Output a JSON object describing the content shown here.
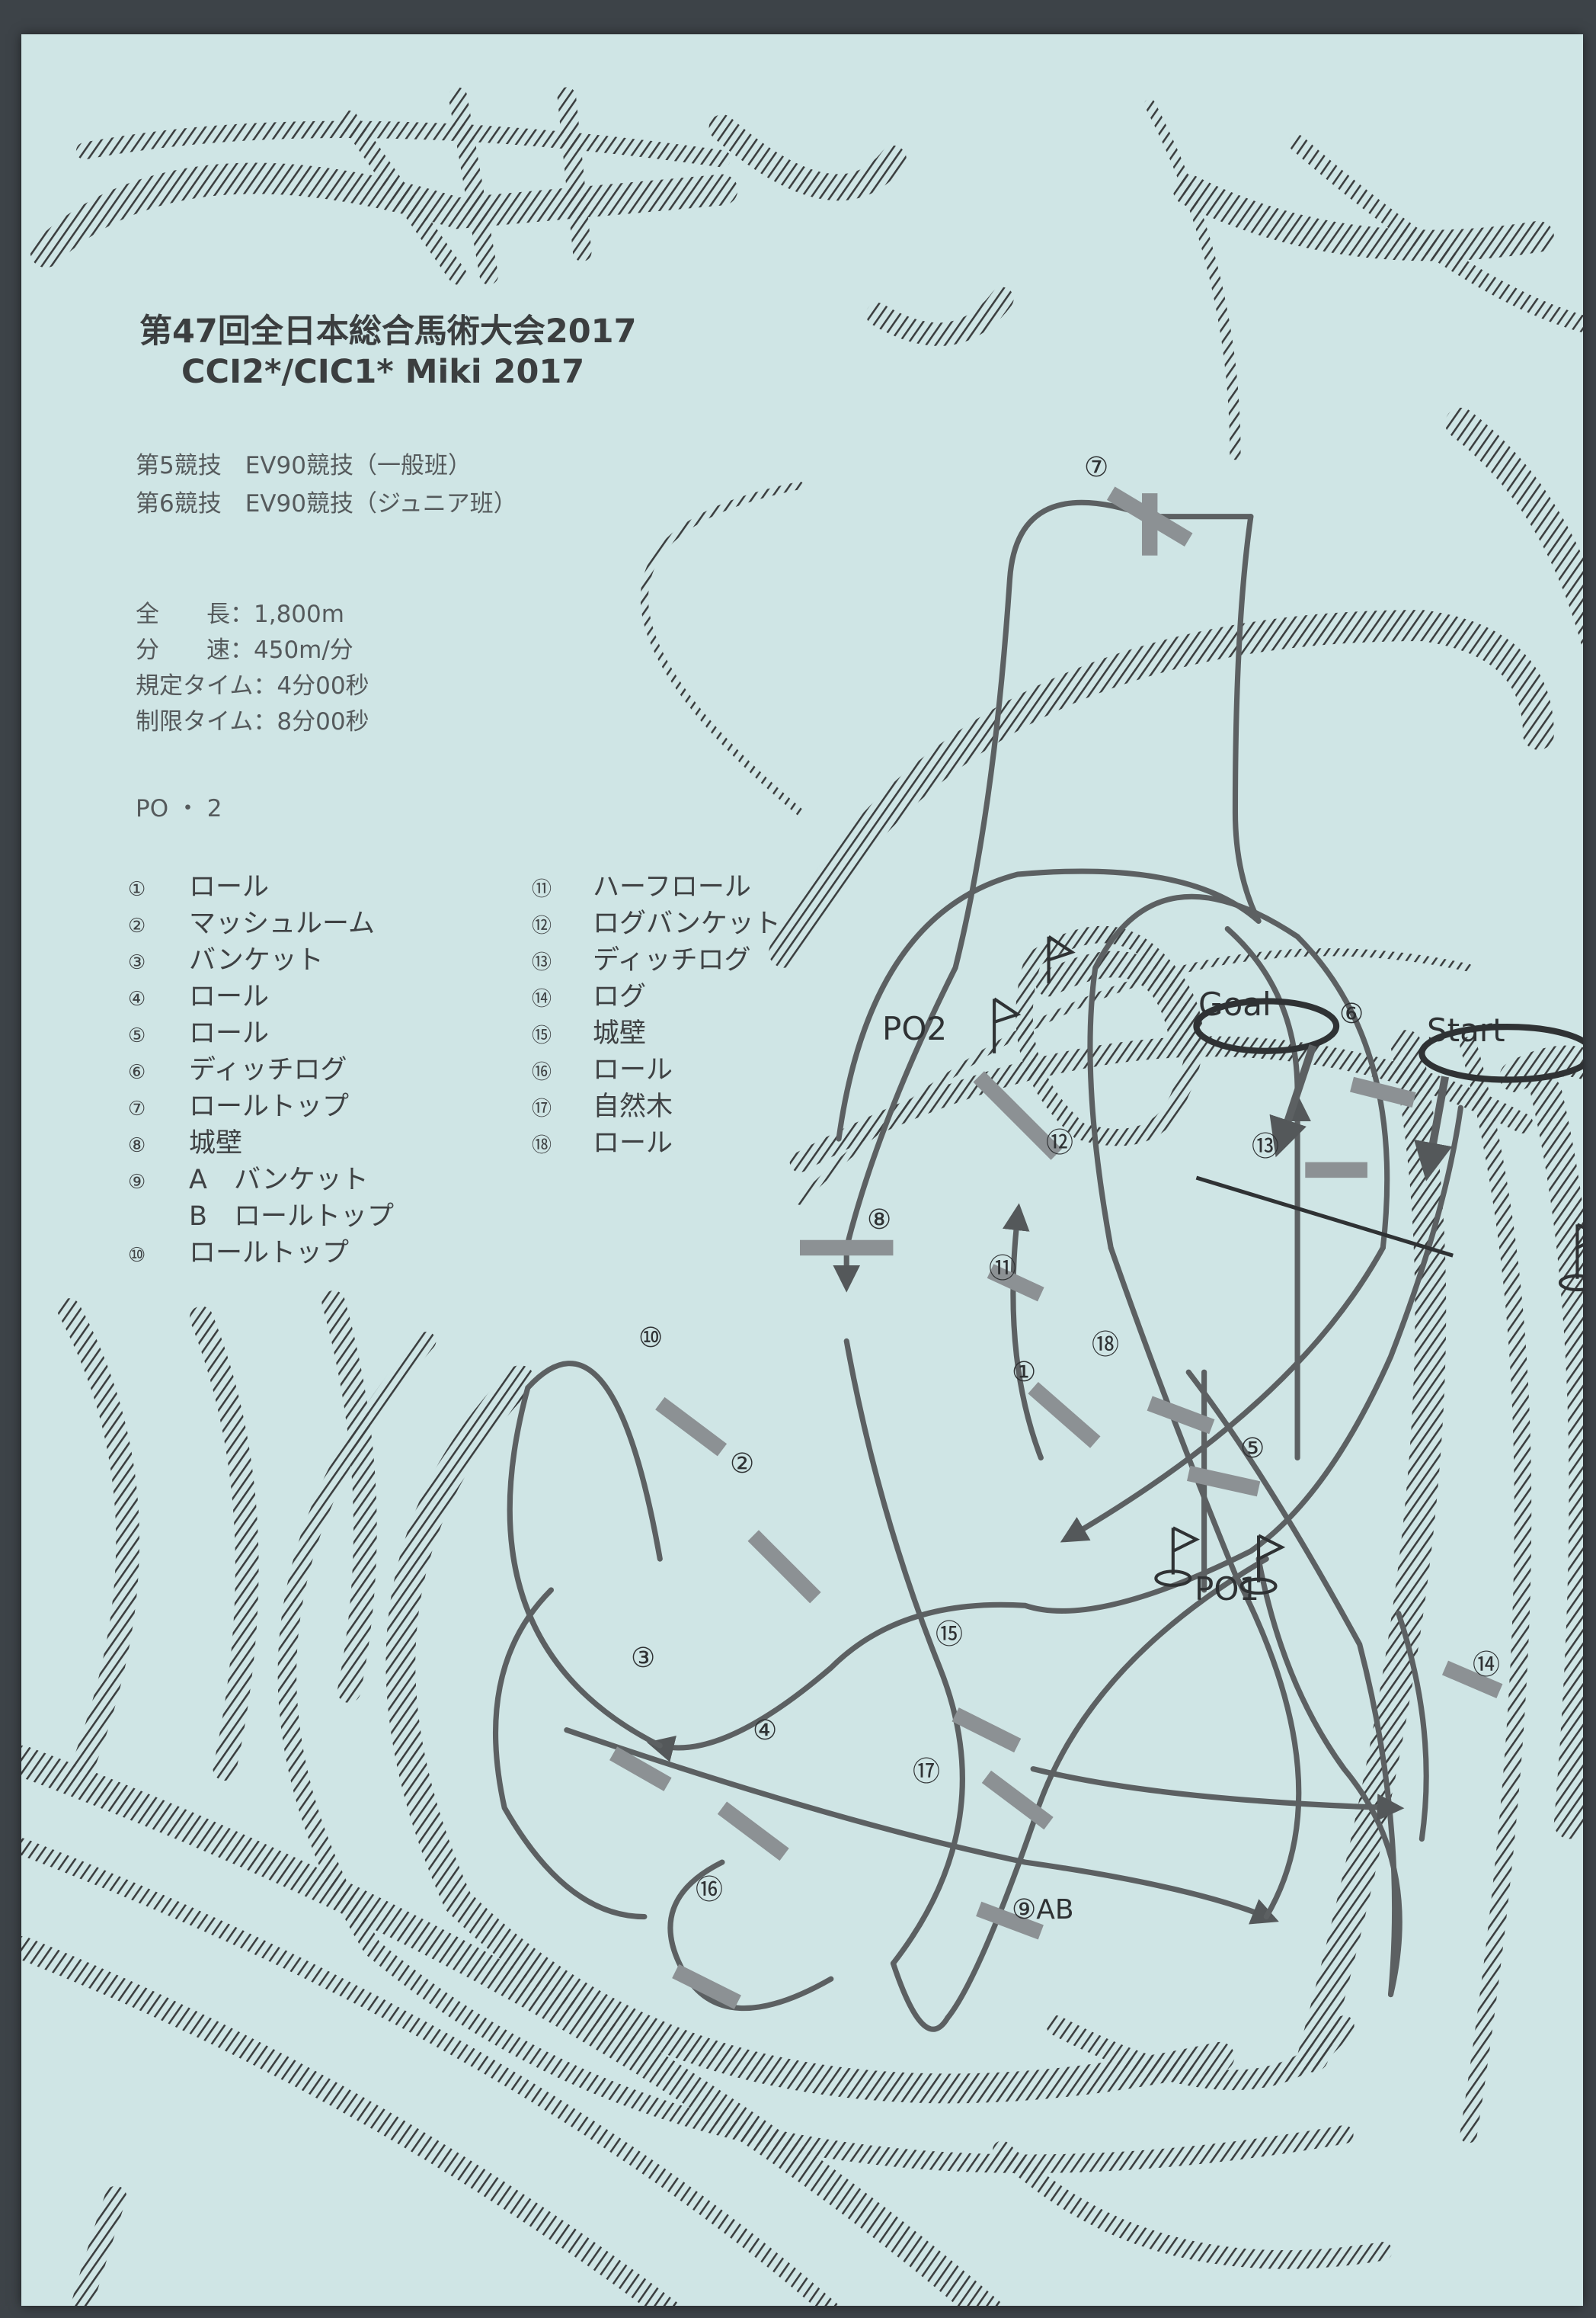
{
  "header": {
    "title_ja": "第47回全日本総合馬術大会2017",
    "title_en": "CCI2*/CIC1* Miki 2017"
  },
  "events": [
    "第5競技　EV90競技（一般班）",
    "第6競技　EV90競技（ジュニア班）"
  ],
  "stats": [
    {
      "label": "全　　長",
      "value": "1,800m"
    },
    {
      "label": "分　　速",
      "value": "450m/分"
    },
    {
      "label": "規定タイム",
      "value": "4分00秒"
    },
    {
      "label": "制限タイム",
      "value": "8分00秒"
    }
  ],
  "po_count": "PO ・ 2",
  "obstacles": [
    {
      "num": "①",
      "name": "ロール"
    },
    {
      "num": "②",
      "name": "マッシュルーム"
    },
    {
      "num": "③",
      "name": "バンケット"
    },
    {
      "num": "④",
      "name": "ロール"
    },
    {
      "num": "⑤",
      "name": "ロール"
    },
    {
      "num": "⑥",
      "name": "ディッチログ"
    },
    {
      "num": "⑦",
      "name": "ロールトップ"
    },
    {
      "num": "⑧",
      "name": "城壁"
    },
    {
      "num": "⑨",
      "name": "A　バンケット"
    },
    {
      "num": "",
      "name": "B　ロールトップ"
    },
    {
      "num": "⑩",
      "name": "ロールトップ"
    },
    {
      "num": "⑪",
      "name": "ハーフロール"
    },
    {
      "num": "⑫",
      "name": "ログバンケット"
    },
    {
      "num": "⑬",
      "name": "ディッチログ"
    },
    {
      "num": "⑭",
      "name": "ログ"
    },
    {
      "num": "⑮",
      "name": "城壁"
    },
    {
      "num": "⑯",
      "name": "ロール"
    },
    {
      "num": "⑰",
      "name": "自然木"
    },
    {
      "num": "⑱",
      "name": "ロール"
    }
  ],
  "map": {
    "start_label": "Start",
    "goal_label": "Goal",
    "po1_label": "PO1",
    "po2_label": "PO2",
    "fence_labels": [
      "①",
      "②",
      "③",
      "④",
      "⑤",
      "⑥",
      "⑦",
      "⑧",
      "⑨AB",
      "⑩",
      "⑪",
      "⑫",
      "⑬",
      "⑭",
      "⑮",
      "⑯",
      "⑰",
      "⑱"
    ],
    "colors": {
      "paper": "#cfe5e5",
      "ink": "#3b3e3f",
      "course": "#5c6062",
      "fence": "#8c9194"
    }
  }
}
